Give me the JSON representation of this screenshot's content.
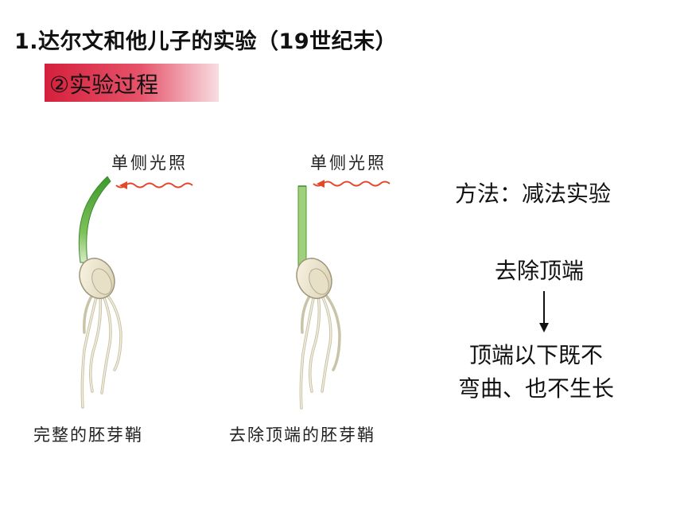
{
  "title": "1.达尔文和他儿子的实验（19世纪末）",
  "subtitle": "②实验过程",
  "left_figure": {
    "light_label": "单侧光照",
    "caption": "完整的胚芽鞘"
  },
  "right_figure": {
    "light_label": "单侧光照",
    "caption": "去除顶端的胚芽鞘"
  },
  "method": "方法：减法实验",
  "flow": {
    "step": "去除顶端",
    "result_line1": "顶端以下既不",
    "result_line2": "弯曲、也不生长"
  },
  "colors": {
    "accent_red": "#d5203c",
    "light_arrow": "#e04a2a",
    "shoot_green": "#5aa83a"
  }
}
